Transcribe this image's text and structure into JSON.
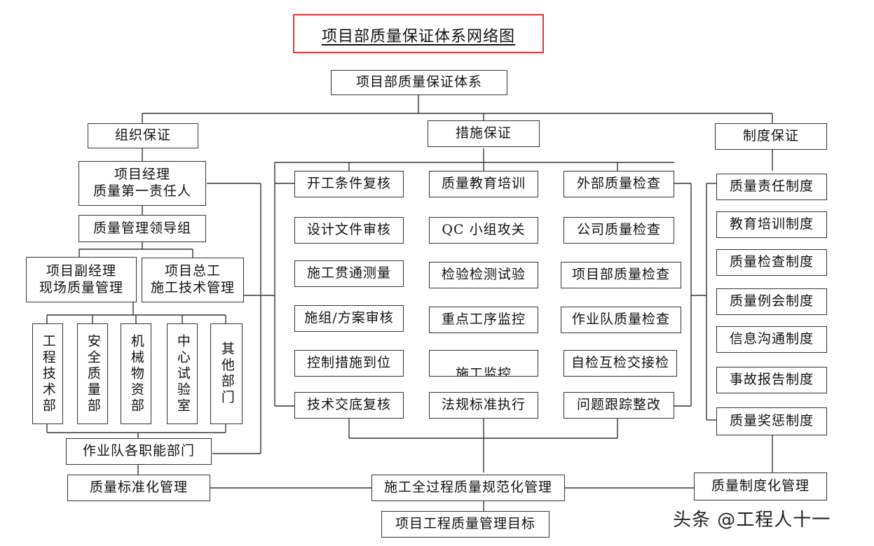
{
  "title": "项目部质量保证体系网络图",
  "root": "项目部质量保证体系",
  "branches": {
    "org": "组织保证",
    "measure": "措施保证",
    "system": "制度保证"
  },
  "org": {
    "manager_line1": "项目经理",
    "manager_line2": "质量第一责任人",
    "leader_group": "质量管理领导组",
    "deputy_line1": "项目副经理",
    "deputy_line2": "现场质量管理",
    "chief_line1": "项目总工",
    "chief_line2": "施工技术管理",
    "departments": [
      "工程技术部",
      "安全质量部",
      "机械物资部",
      "中心试验室",
      "其他部门"
    ],
    "teams": "作业队各职能部门",
    "standardization": "质量标准化管理"
  },
  "measures": {
    "col1": [
      "开工条件复核",
      "设计文件审核",
      "施工贯通测量",
      "施组/方案审核",
      "控制措施到位",
      "技术交底复核"
    ],
    "col2": [
      "质量教育培训",
      "QC 小组攻关",
      "检验检测试验",
      "重点工序监控",
      "施工监控",
      "法规标准执行"
    ],
    "col3": [
      "外部质量检查",
      "公司质量检查",
      "项目部质量检查",
      "作业队质量检查",
      "自检互检交接检",
      "问题跟踪整改"
    ],
    "process": "施工全过程质量规范化管理"
  },
  "systems": {
    "items": [
      "质量责任制度",
      "教育培训制度",
      "质量检查制度",
      "质量例会制度",
      "信息沟通制度",
      "事故报告制度",
      "质量奖惩制度"
    ],
    "management": "质量制度化管理"
  },
  "goal": "项目工程质量管理目标",
  "watermark": "头条 @工程人十一"
}
